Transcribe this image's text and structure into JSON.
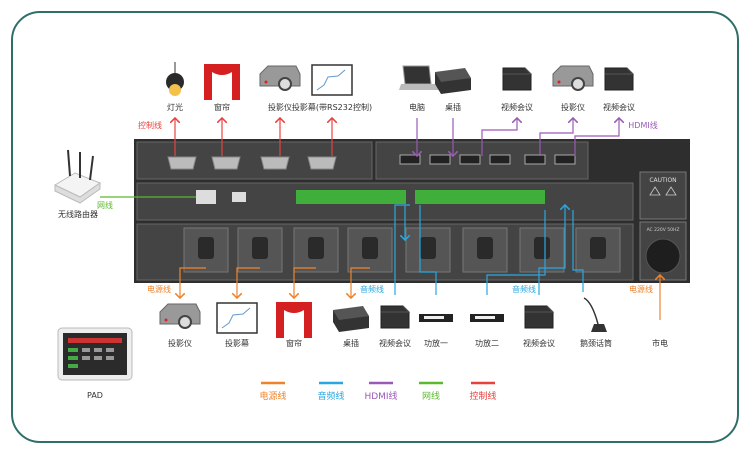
{
  "colors": {
    "frame": "#2f6e69",
    "power": "#f0832a",
    "audio": "#2aa7e0",
    "hdmi": "#9b59b6",
    "network": "#5cb82e",
    "control": "#e8423f",
    "panel": "#3b3b3b"
  },
  "top_devices": [
    {
      "label": "灯光",
      "icon": "lamp-icon"
    },
    {
      "label": "窗帘",
      "icon": "curtain-icon"
    },
    {
      "label": "投影仪",
      "icon": "projector-icon"
    },
    {
      "label": "投影幕(带RS232控制)",
      "icon": "screen-icon"
    },
    {
      "label": "电脑",
      "icon": "laptop-icon"
    },
    {
      "label": "桌插",
      "icon": "socket-box-icon"
    },
    {
      "label": "视频会议",
      "icon": "video-conference-icon"
    },
    {
      "label": "投影仪",
      "icon": "projector-icon"
    },
    {
      "label": "视频会议",
      "icon": "video-conference-icon"
    }
  ],
  "bottom_devices": [
    {
      "label": "投影仪",
      "icon": "projector-icon"
    },
    {
      "label": "投影幕",
      "icon": "screen-icon"
    },
    {
      "label": "窗帘",
      "icon": "curtain-icon"
    },
    {
      "label": "桌插",
      "icon": "socket-box-icon"
    },
    {
      "label": "视频会议",
      "icon": "video-conference-icon"
    },
    {
      "label": "功放一",
      "icon": "amplifier-icon"
    },
    {
      "label": "功放二",
      "icon": "amplifier-icon"
    },
    {
      "label": "视频会议",
      "icon": "video-conference-icon"
    },
    {
      "label": "鹅颈话筒",
      "icon": "gooseneck-mic-icon"
    },
    {
      "label": "市电",
      "icon": "mains-icon"
    }
  ],
  "line_labels": {
    "control": "控制线",
    "hdmi": "HDMI线",
    "network": "网线",
    "power_left": "电源线",
    "power_right": "电源线",
    "audio_left": "音频线",
    "audio_right": "音频线"
  },
  "router": {
    "label": "无线路由器"
  },
  "pad": {
    "label": "PAD"
  },
  "panel": {
    "caution": "CAUTION",
    "ac": "AC 220V 50HZ"
  },
  "legend": [
    {
      "label": "电源线",
      "key": "power"
    },
    {
      "label": "音频线",
      "key": "audio"
    },
    {
      "label": "HDMI线",
      "key": "hdmi"
    },
    {
      "label": "网线",
      "key": "network"
    },
    {
      "label": "控制线",
      "key": "control"
    }
  ]
}
